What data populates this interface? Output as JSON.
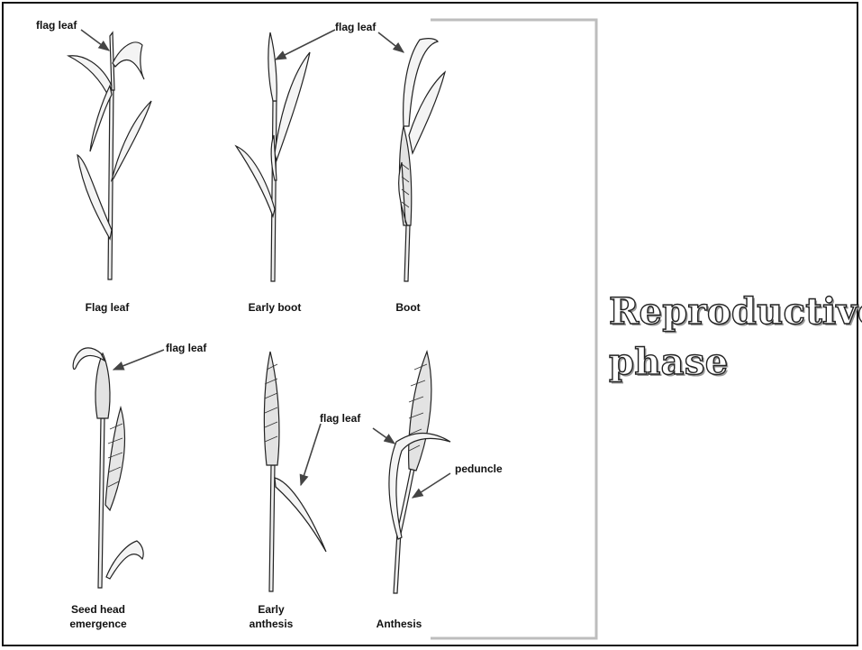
{
  "stages": [
    {
      "name": "Flag leaf"
    },
    {
      "name": "Early boot"
    },
    {
      "name": "Boot"
    },
    {
      "name": "Seed head emergence",
      "lines": [
        "Seed head",
        "emergence"
      ]
    },
    {
      "name": "Early anthesis",
      "lines": [
        "Early",
        "anthesis"
      ]
    },
    {
      "name": "Anthesis"
    }
  ],
  "callouts": {
    "flag_leaf": "flag leaf",
    "peduncle": "peduncle"
  },
  "phase_label": {
    "lines": [
      "Reproductive",
      "phase"
    ]
  }
}
